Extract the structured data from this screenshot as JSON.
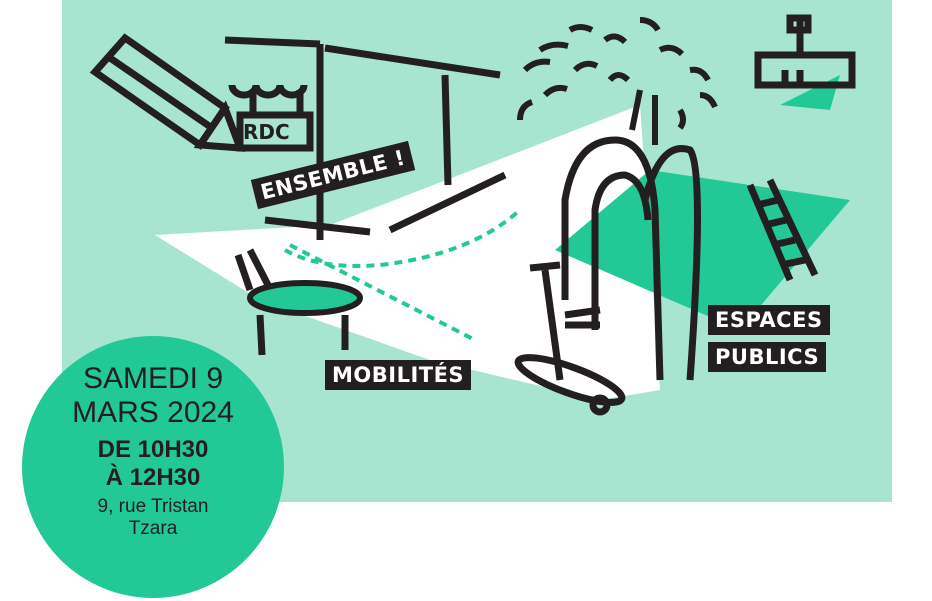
{
  "poster": {
    "shop_sign": "RDC",
    "tags": {
      "ensemble": "ENSEMBLE !",
      "mobilites": "MOBILITÉS",
      "espaces_line1": "ESPACES",
      "espaces_line2": "PUBLICS"
    },
    "event": {
      "day": "SAMEDI 9",
      "month_year": "MARS 2024",
      "time_from": "DE 10H30",
      "time_to": "À 12H30",
      "address_line1": "9, rue Tristan",
      "address_line2": "Tzara"
    },
    "colors": {
      "background": "#a8e5d0",
      "accent": "#22c996",
      "ink": "#231f20"
    }
  }
}
